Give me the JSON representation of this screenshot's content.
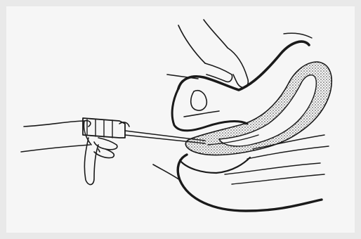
{
  "figure": {
    "kind": "line-drawing",
    "colors": {
      "background": "#e9e9e9",
      "panel": "#f6f6f6",
      "ink": "#1a1a1a",
      "stipple": "#3a3a3a"
    },
    "parts": [
      "operator-hand",
      "handheld-instrument",
      "probe-shaft",
      "palpating-hand",
      "organ-outline",
      "stippled-tract",
      "tissue-layers"
    ]
  }
}
